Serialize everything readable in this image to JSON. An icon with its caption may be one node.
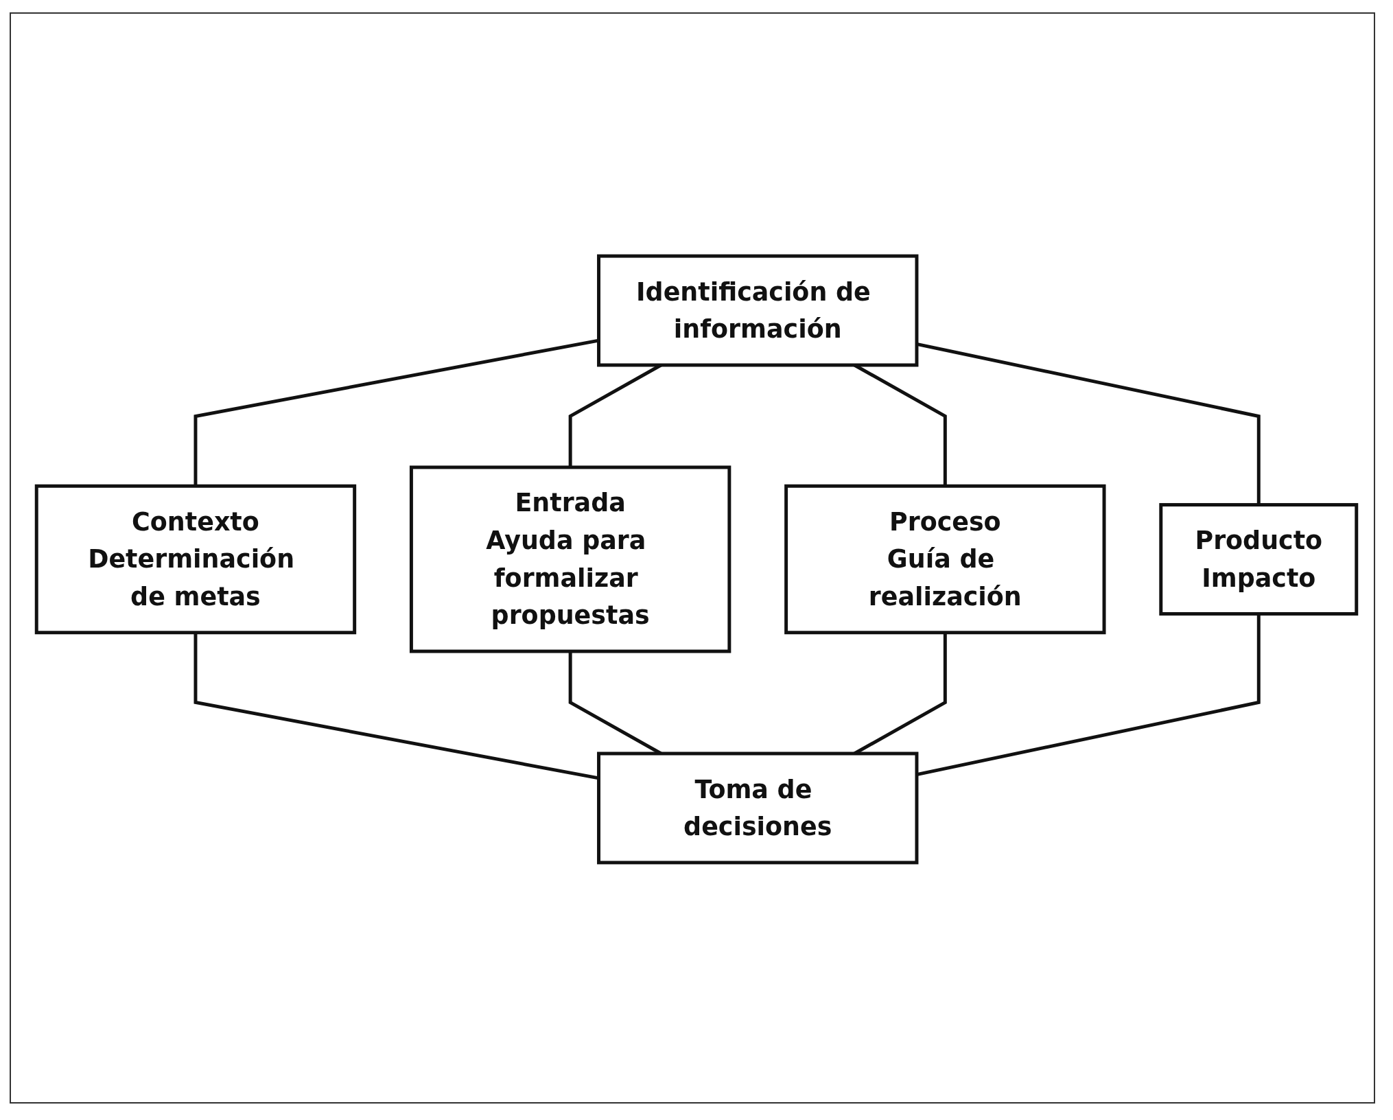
{
  "diagram": {
    "nodes": [
      {
        "text": [
          "Identificación de información"
        ]
      },
      {
        "text": [
          "Contexto",
          "Determinación de metas"
        ]
      },
      {
        "text": [
          "Entrada",
          "Ayuda para formalizar propuestas"
        ]
      },
      {
        "text": [
          "Proceso",
          "Guía de realización"
        ]
      },
      {
        "text": [
          "Producto",
          "Impacto"
        ]
      },
      {
        "text": [
          "Toma de decisiones"
        ]
      }
    ],
    "edges": [
      {
        "from": 0,
        "to": 1,
        "arrow": "none"
      },
      {
        "from": 0,
        "to": 2,
        "arrow": "none"
      },
      {
        "from": 0,
        "to": 3,
        "arrow": "none"
      },
      {
        "from": 0,
        "to": 4,
        "arrow": "none"
      },
      {
        "from": 1,
        "to": 5,
        "arrow": "none"
      },
      {
        "from": 2,
        "to": 5,
        "arrow": "none"
      },
      {
        "from": 3,
        "to": 5,
        "arrow": "none"
      },
      {
        "from": 4,
        "to": 5,
        "arrow": "none"
      }
    ]
  }
}
